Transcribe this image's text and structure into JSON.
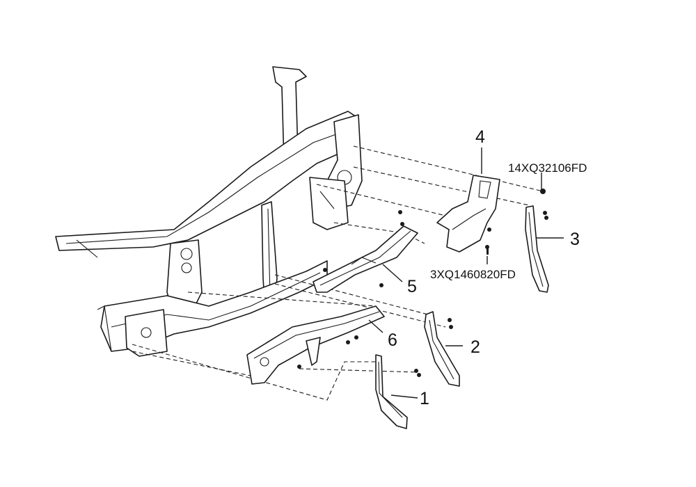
{
  "callouts": {
    "c1": "1",
    "c2": "2",
    "c3": "3",
    "c4": "4",
    "c5": "5",
    "c6": "6"
  },
  "codes": {
    "nut": "14XQ32106FD",
    "bolt": "3XQ1460820FD"
  }
}
